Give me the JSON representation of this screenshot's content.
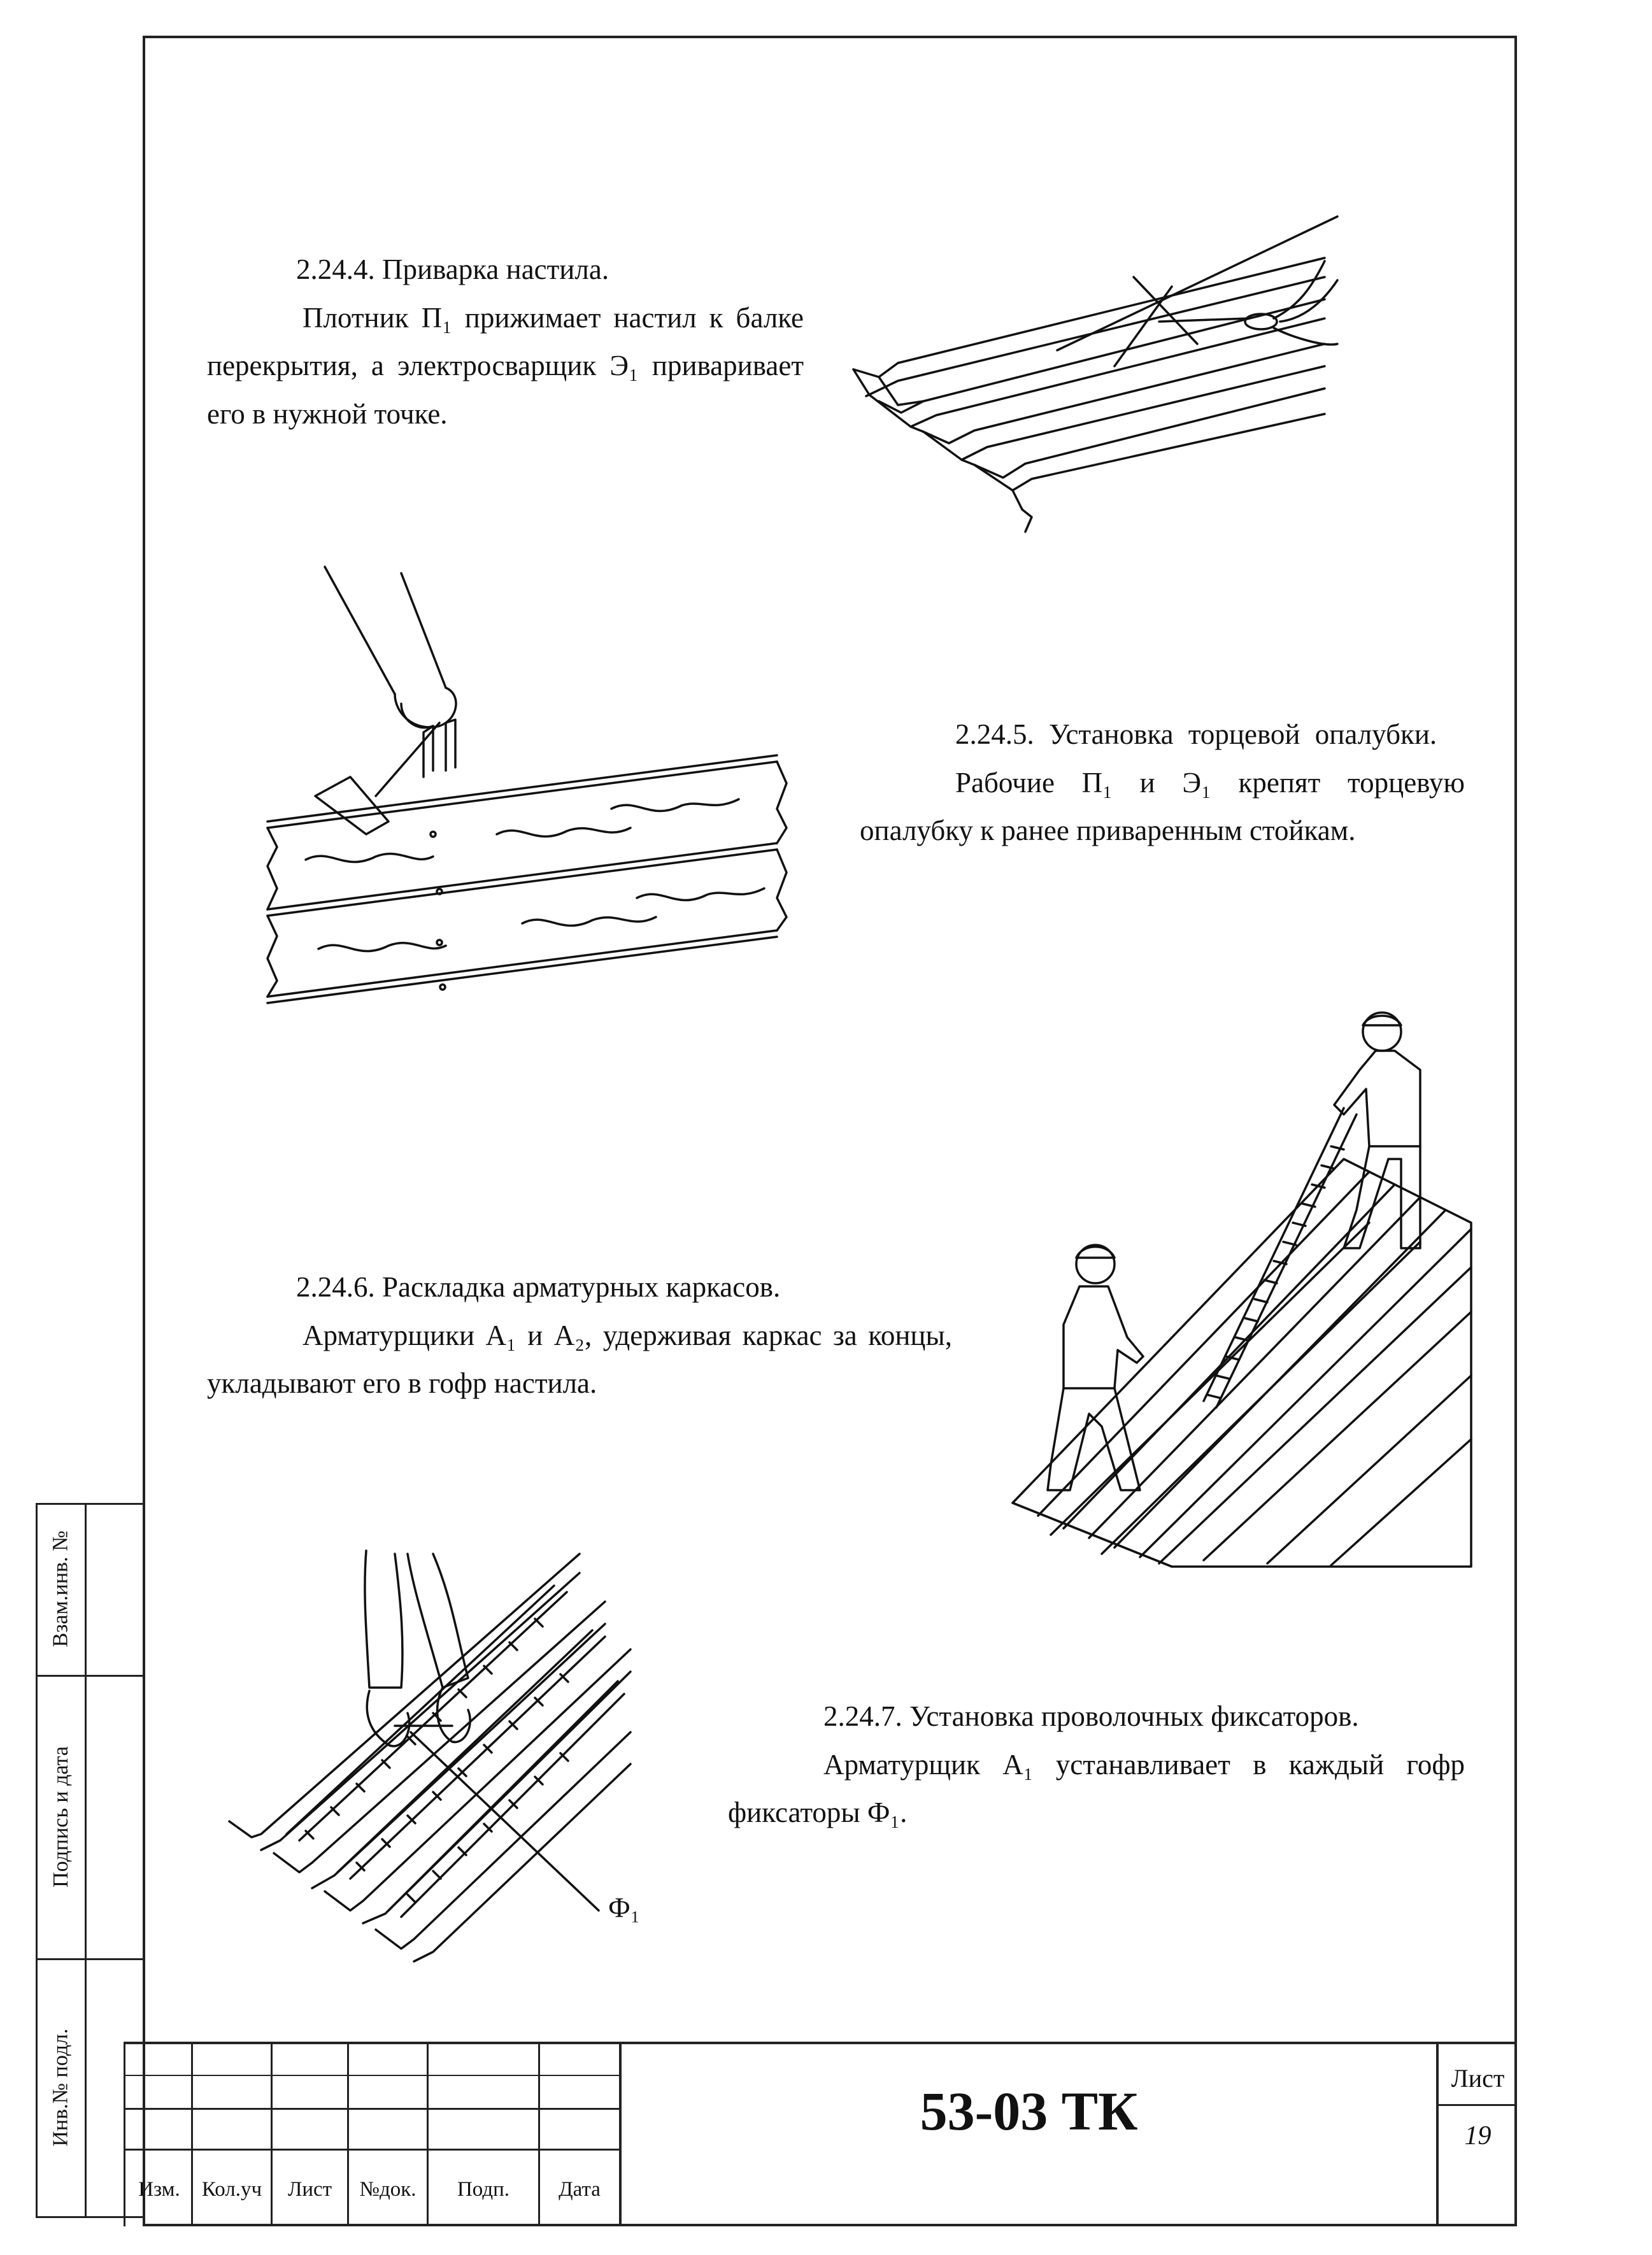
{
  "sections": [
    {
      "heading": "2.24.4. Приварка настила.",
      "text": "Плотник П₁ прижимает настил к балке перекрытия, а электросварщик Э₁ приваривает его в нужной точке."
    },
    {
      "heading": "2.24.5. Установка торцевой опалубки.",
      "text": "Рабочие П₁ и Э₁ крепят торцевую опалубку к ранее приваренным стойкам."
    },
    {
      "heading": "2.24.6. Раскладка арматурных каркасов.",
      "text": "Арматурщики А₁ и А₂, удерживая каркас за концы, укладывают его в гофр настила."
    },
    {
      "heading": "2.24.7. Установка проволочных фиксаторов.",
      "text": "Арматурщик А₁ устанавливает в каждый гофр фиксаторы Ф₁."
    }
  ],
  "figure_labels": {
    "fixator": "Ф₁"
  },
  "side_strip": {
    "vzam_inv": "Взам.инв. №",
    "podpis_data": "Подпись и дата",
    "inv_podl": "Инв.№ подл."
  },
  "title_block": {
    "columns": [
      "Изм.",
      "Кол.уч",
      "Лист",
      "№док.",
      "Подп.",
      "Дата"
    ],
    "doc_code": "53-03 ТК",
    "sheet_label": "Лист",
    "sheet_number": "19"
  }
}
